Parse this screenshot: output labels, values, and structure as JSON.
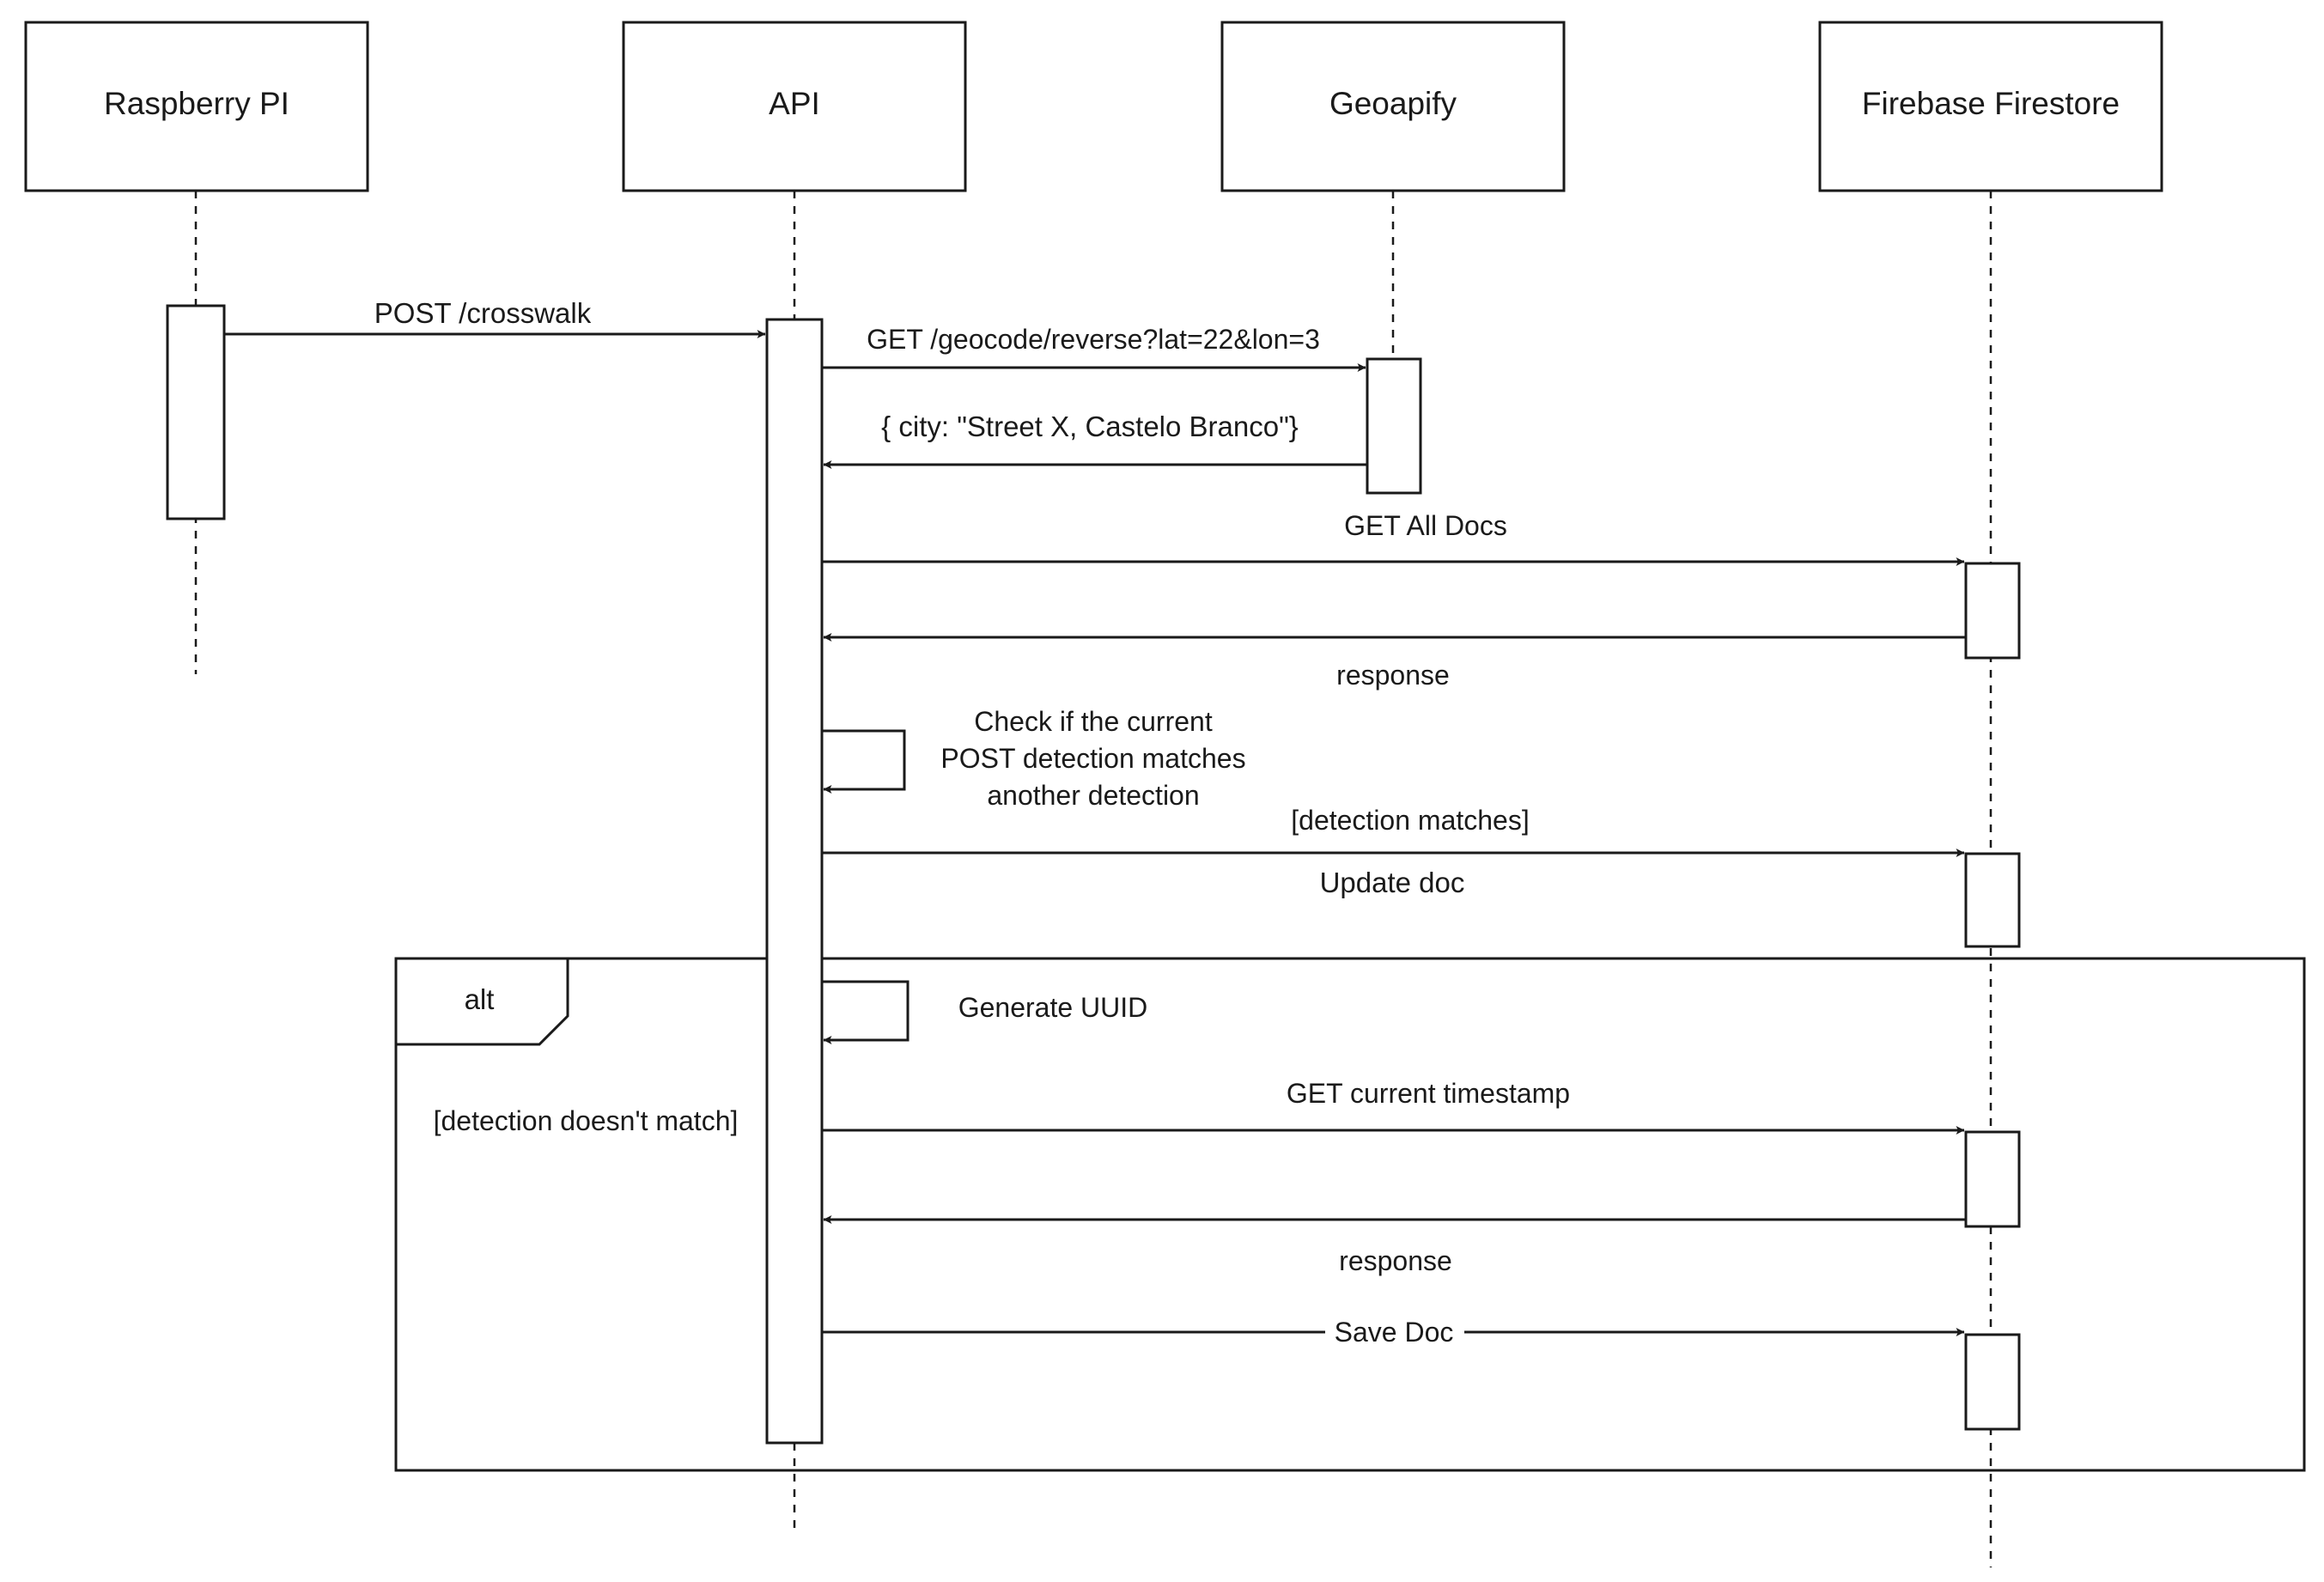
{
  "participants": {
    "raspberry": "Raspberry PI",
    "api": "API",
    "geoapify": "Geoapify",
    "firestore": "Firebase Firestore"
  },
  "messages": {
    "post_crosswalk": "POST /crosswalk",
    "geocode_reverse": "GET /geocode/reverse?lat=22&lon=3",
    "geocode_response": "{ city: \"Street X, Castelo Branco\"}",
    "get_all_docs": "GET All Docs",
    "all_docs_response": "response",
    "check_line1": "Check if the current",
    "check_line2": "POST detection matches",
    "check_line3": "another detection",
    "guard_matches": "[detection matches]",
    "update_doc": "Update doc",
    "generate_uuid": "Generate UUID",
    "get_timestamp": "GET current timestamp",
    "timestamp_response": "response",
    "save_doc": "Save Doc"
  },
  "alt_frame": {
    "operator": "alt",
    "guard": "[detection doesn't match]"
  }
}
